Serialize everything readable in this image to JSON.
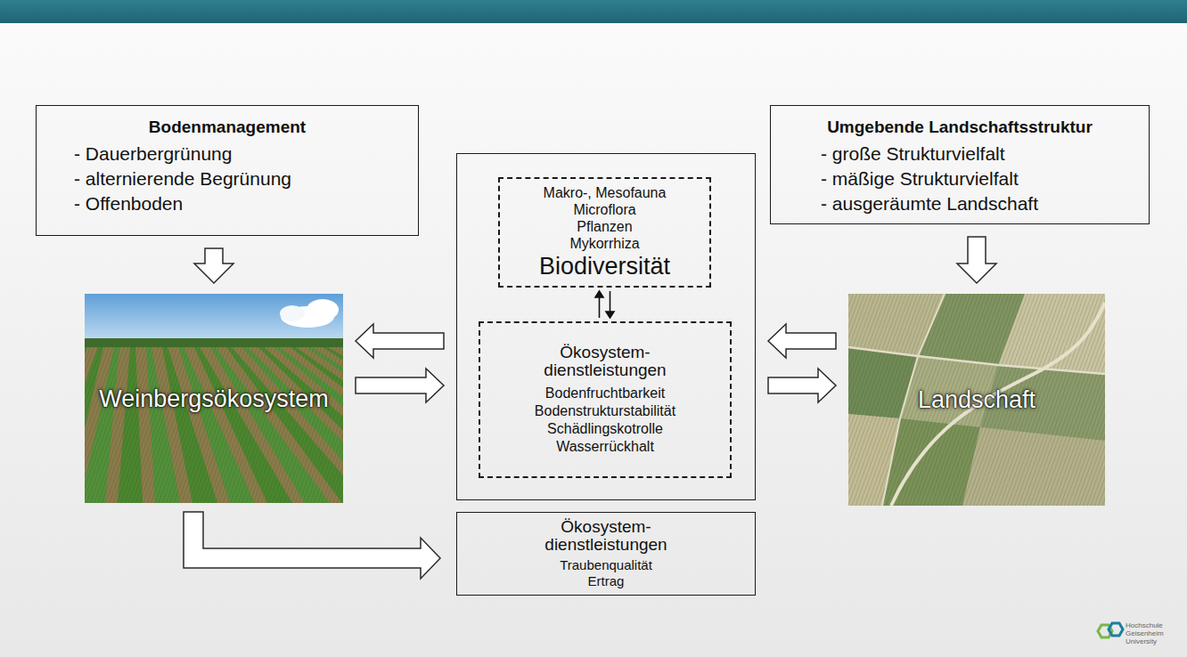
{
  "diagram": {
    "nodes": [
      {
        "text": [
          "Bodenmanagement",
          "- Dauerbergrünung",
          "- alternierende Begrünung",
          "- Offenboden"
        ]
      },
      {
        "text": [
          "Umgebende Landschaftsstruktur",
          "- große Strukturvielfalt",
          "- mäßige Strukturvielfalt",
          "- ausgeräumte Landschaft"
        ]
      },
      {
        "text": [
          "Weinbergsökosystem"
        ]
      },
      {
        "text": [
          "Landschaft"
        ]
      },
      {
        "text": []
      },
      {
        "text": [
          "Makro-, Mesofauna",
          "Microflora",
          "Pflanzen",
          "Mykorrhiza",
          "Biodiversität"
        ],
        "in": 4
      },
      {
        "text": [
          "Ökosystem- dienstleistungen",
          "Bodenfruchtbarkeit",
          "Bodenstrukturstabilität",
          "Schädlingskotrolle",
          "Wasserrückhalt"
        ],
        "in": 4
      },
      {
        "text": [
          "Ökosystem- dienstleistungen",
          "Traubenqualität",
          "Ertrag"
        ]
      }
    ],
    "edges": [
      {
        "from": 0,
        "to": 2,
        "arrow": "to"
      },
      {
        "from": 1,
        "to": 3,
        "arrow": "to"
      },
      {
        "from": 4,
        "to": 2,
        "arrow": "to"
      },
      {
        "from": 2,
        "to": 4,
        "arrow": "to"
      },
      {
        "from": 3,
        "to": 4,
        "arrow": "to"
      },
      {
        "from": 4,
        "to": 3,
        "arrow": "to"
      },
      {
        "from": 6,
        "to": 5,
        "arrow": "to"
      },
      {
        "from": 5,
        "to": 6,
        "arrow": "to"
      },
      {
        "from": 2,
        "to": 7,
        "arrow": "to"
      }
    ],
    "labels": [
      "Hochschule",
      "Geisenheim",
      "University"
    ]
  }
}
